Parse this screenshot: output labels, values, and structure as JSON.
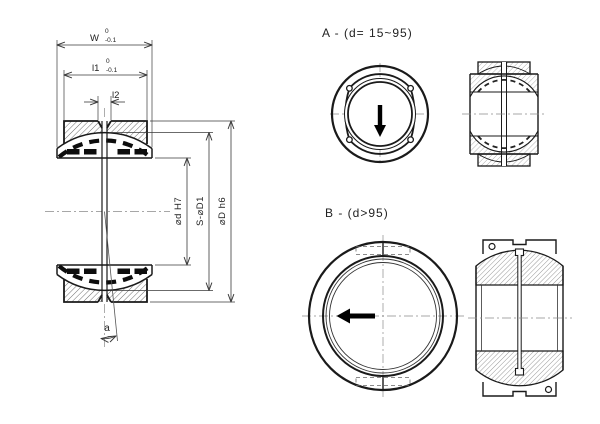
{
  "drawing_type": "bearing-engineering-drawing",
  "colors": {
    "background": "#ffffff",
    "outline": "#1a1a1a",
    "dimension": "#3a3a3a",
    "centerline": "#8a8a8a",
    "liner": "#0d0d0d"
  },
  "section": {
    "w_label": "W",
    "w_tol_top": "0",
    "w_tol_bot": "-0.1",
    "l1_label": "l1",
    "l1_tol_top": "0",
    "l1_tol_bot": "-0.1",
    "l2_label": "l2",
    "bore_label": "⌀d H7",
    "sphere_label": "S-⌀D1",
    "od_label": "⌀D h6",
    "angle_label": "a"
  },
  "variant_a": {
    "title": "A -  (d= 15~95)"
  },
  "variant_b": {
    "title": "B -  (d>95)"
  }
}
